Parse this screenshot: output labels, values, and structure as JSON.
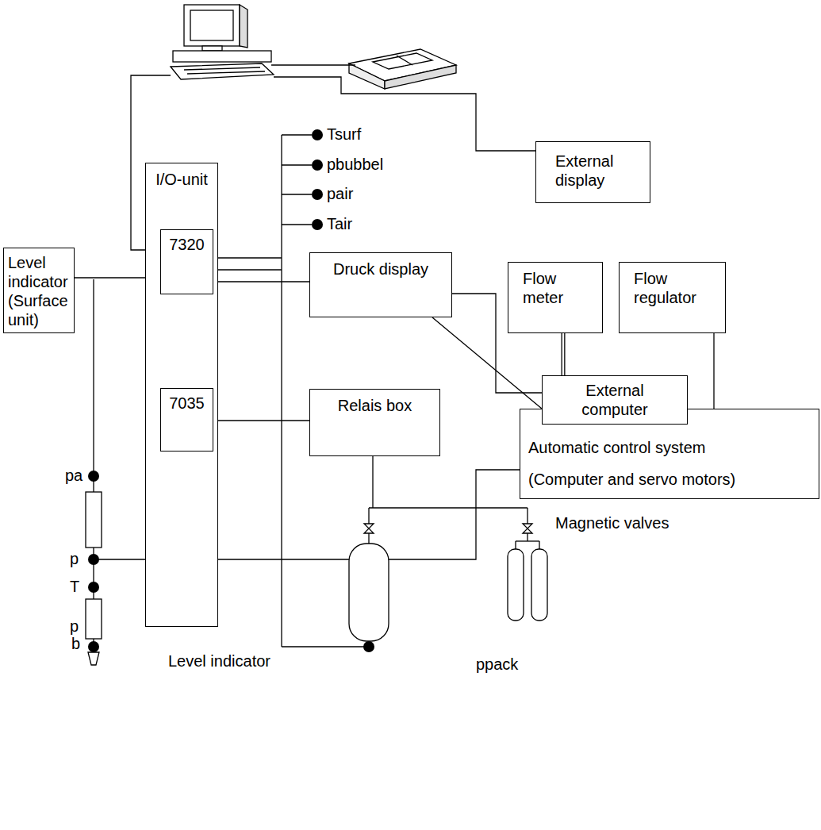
{
  "diagram": {
    "nodes": [
      {
        "text": [
          "Level indicator (Surface unit)"
        ]
      },
      {
        "text": [
          "I/O-unit"
        ]
      },
      {
        "text": [
          "7320"
        ],
        "in": 1
      },
      {
        "text": [
          "7035"
        ],
        "in": 1
      },
      {
        "text": [
          "External display"
        ]
      },
      {
        "text": [
          "Druck display"
        ]
      },
      {
        "text": [
          "Flow meter"
        ]
      },
      {
        "text": [
          "Flow regulator"
        ]
      },
      {
        "text": [
          "External computer"
        ]
      },
      {
        "text": [
          "Automatic control system (Computer and servo motors)"
        ]
      },
      {
        "text": [
          "Relais box"
        ]
      }
    ],
    "edges": [
      {
        "from": 0,
        "to": 2,
        "arrow": "none"
      },
      {
        "from": 2,
        "to": 5,
        "arrow": "none"
      },
      {
        "from": 3,
        "to": 10,
        "arrow": "none"
      },
      {
        "from": 5,
        "to": 8,
        "arrow": "none"
      },
      {
        "from": 5,
        "to": 8,
        "arrow": "none"
      },
      {
        "from": 6,
        "to": 8,
        "arrow": "none"
      },
      {
        "from": 7,
        "to": 9,
        "arrow": "none"
      }
    ],
    "labels": [
      "Tsurf",
      "pbubbel",
      "pair",
      "Tair",
      "pa",
      "p",
      "T",
      "p",
      "b",
      "Magnetic valves",
      "Level indicator",
      "ppack"
    ]
  }
}
